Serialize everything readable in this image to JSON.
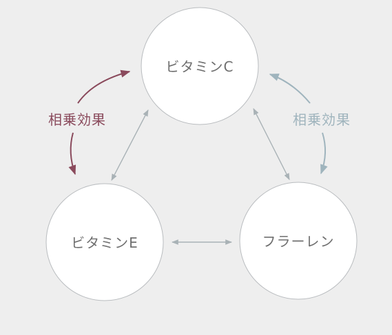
{
  "nodes": {
    "vitamin_c": "ビタミンC",
    "vitamin_e": "ビタミンE",
    "fullerene": "フラーレン"
  },
  "synergy": {
    "left_label": "相乗効果",
    "right_label": "相乗効果",
    "left_color": "#8a4a5c",
    "right_color": "#9fb4bd"
  },
  "colors": {
    "background": "#eeeeee",
    "node_fill": "#ffffff",
    "node_stroke": "#b9bcbf",
    "link": "#a9b2b6",
    "text": "#6f6f6f"
  }
}
